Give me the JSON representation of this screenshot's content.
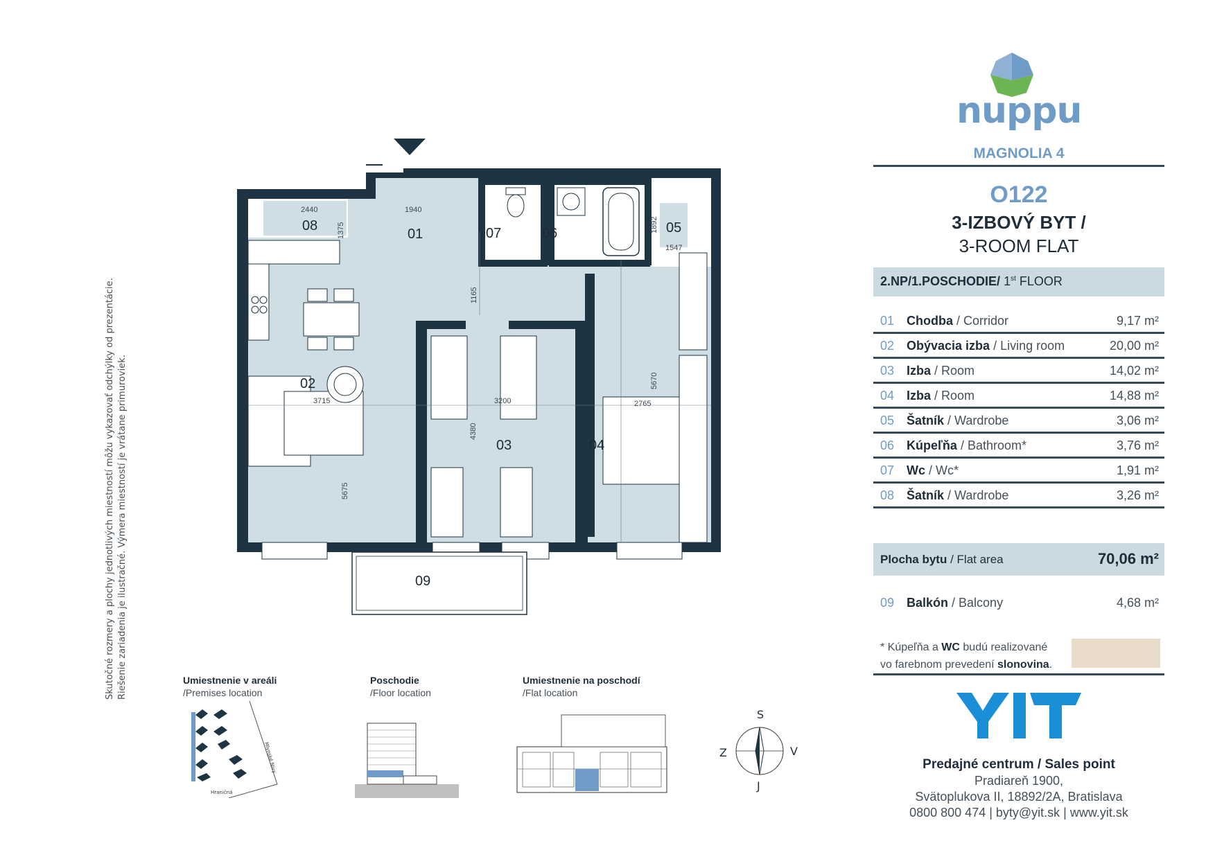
{
  "disclaimer": {
    "line1": "Skutočné rozmery a plochy jednotlivých miestností môžu vykazovať odchýlky od prezentácie.",
    "line2": "Riešenie zariadenia je ilustračné. Výmera miestností je vrátane primuroviek."
  },
  "floorplan": {
    "room_numbers": [
      "01",
      "02",
      "03",
      "04",
      "05",
      "06",
      "07",
      "08",
      "09"
    ],
    "dimensions": {
      "d2440": "2440",
      "d1375": "1375",
      "d1940": "1940",
      "d1892": "1892",
      "d1547": "1547",
      "d1165": "1165",
      "d3715": "3715",
      "d3200": "3200",
      "d2765": "2765",
      "d5670": "5670",
      "d4380": "4380",
      "d5675": "5675"
    }
  },
  "brand": {
    "name": "nuppu",
    "project": "MAGNOLIA 4",
    "colors": {
      "accent": "#6f9cc6",
      "dark": "#1f3442",
      "green": "#6db552",
      "band": "#cbd9e1"
    }
  },
  "unit": {
    "code": "O122",
    "type_sk": "3-IZBOVÝ BYT /",
    "type_en": "3-ROOM FLAT"
  },
  "floor": {
    "label_bold": "2.NP/1.POSCHODIE/",
    "ord": "1",
    "ord_sup": "st",
    "label_en": "FLOOR"
  },
  "rooms": [
    {
      "num": "01",
      "name": "Chodba",
      "en": "/ Corridor",
      "area": "9,17 m²"
    },
    {
      "num": "02",
      "name": "Obývacia izba",
      "en": "/ Living room",
      "area": "20,00 m²"
    },
    {
      "num": "03",
      "name": "Izba",
      "en": "/ Room",
      "area": "14,02 m²"
    },
    {
      "num": "04",
      "name": "Izba",
      "en": "/ Room",
      "area": "14,88 m²"
    },
    {
      "num": "05",
      "name": "Šatník",
      "en": "/ Wardrobe",
      "area": "3,06 m²"
    },
    {
      "num": "06",
      "name": "Kúpeľňa",
      "en": "/ Bathroom*",
      "area": "3,76 m²"
    },
    {
      "num": "07",
      "name": "Wc",
      "en": "/ Wc*",
      "area": "1,91 m²"
    },
    {
      "num": "08",
      "name": "Šatník",
      "en": "/ Wardrobe",
      "area": "3,26 m²"
    }
  ],
  "flat_area": {
    "label": "Plocha bytu",
    "label_en": "/ Flat area",
    "value": "70,06 m²"
  },
  "balcony": {
    "num": "09",
    "name": "Balkón",
    "en": "/ Balcony",
    "area": "4,68 m²"
  },
  "note": {
    "p1": "* Kúpeľňa a",
    "b1": "WC",
    "p2": "budú realizované",
    "p3": "vo farebnom prevedení",
    "b2": "slonovina",
    "p4": "."
  },
  "sales": {
    "logo": "YIT",
    "title": "Predajné centrum / Sales point",
    "line1": "Pradiareň 1900,",
    "line2": "Svätoplukova II, 18892/2A, Bratislava",
    "line3": "0800 800 474 | byty@yit.sk | www.yit.sk"
  },
  "mini_maps": {
    "premises_title": "Umiestnenie v areáli",
    "premises_sub": "/Premises location",
    "street1": "Mlynské Nivy",
    "street2": "Hraničná",
    "floor_title": "Poschodie",
    "floor_sub": "/Floor location",
    "flat_title": "Umiestnenie na poschodí",
    "flat_sub": "/Flat location"
  },
  "compass": {
    "north": "S",
    "south": "J",
    "east": "V",
    "west": "Z"
  }
}
